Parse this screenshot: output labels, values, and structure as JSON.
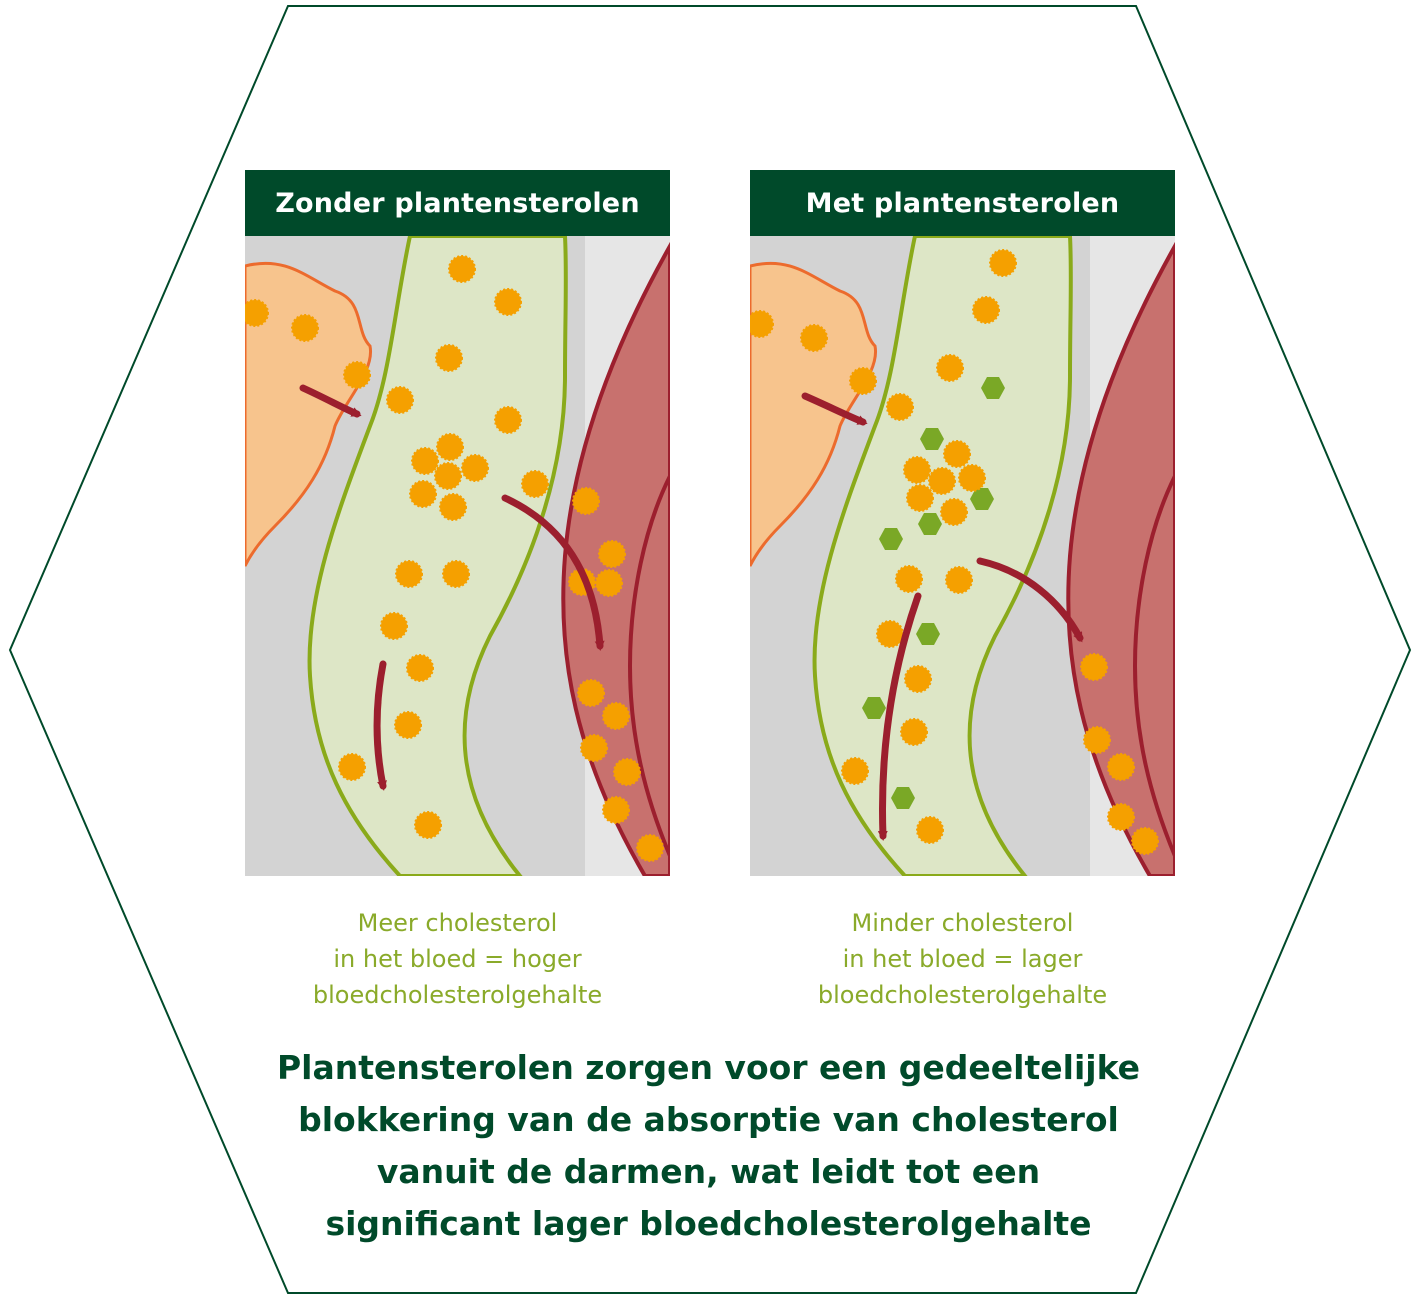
{
  "panels": [
    {
      "title": "Zonder plantensterolen",
      "caption": [
        "Meer cholesterol",
        "in het bloed = hoger",
        "bloedcholesterolgehalte"
      ]
    },
    {
      "title": "Met plantensterolen",
      "caption": [
        "Minder cholesterol",
        "in het bloed = lager",
        "bloedcholesterolgehalte"
      ]
    }
  ],
  "conclusion": [
    "Plantensterolen zorgen voor een gedeeltelijke",
    "blokkering van de absorptie van cholesterol",
    "vanuit de darmen, wat leidt tot een",
    "significant lager bloedcholesterolgehalte"
  ],
  "colors": {
    "header": "#004a2a",
    "caption": "#8aaa2a",
    "cholesterol": "#f5a000",
    "plant_sterol": "#7aa826",
    "blood_vessel": "#c8716e",
    "intestine": "#dde6c6",
    "cell": "#f7c48d",
    "arrow": "#9c1f2e"
  },
  "icons": [
    "cholesterol-particle-icon",
    "plant-sterol-particle-icon",
    "absorption-arrow-icon"
  ]
}
